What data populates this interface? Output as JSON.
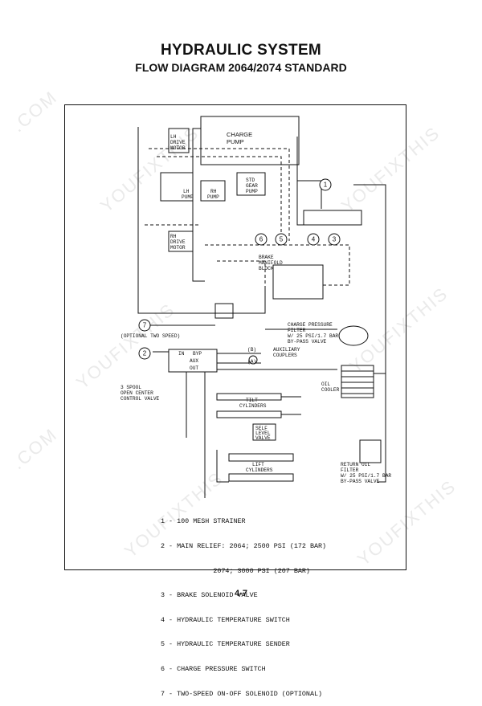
{
  "header": {
    "title": "HYDRAULIC SYSTEM",
    "subtitle": "FLOW DIAGRAM 2064/2074 STANDARD"
  },
  "labels": {
    "charge_pump": [
      "CHARGE",
      "PUMP"
    ],
    "lh_drive_motor": [
      "LH",
      "DRIVE",
      "MOTOR"
    ],
    "rh_drive_motor": [
      "RH",
      "DRIVE",
      "MOTOR"
    ],
    "lh_pump": [
      "LH",
      "PUMP"
    ],
    "rh_pump": [
      "RH",
      "PUMP"
    ],
    "std_gear_pump": [
      "STD",
      "GEAR",
      "PUMP"
    ],
    "brake_manifold_block": [
      "BRAKE",
      "MANIFOLD",
      "BLOCK"
    ],
    "optional_two_speed": "(OPTIONAL TWO SPEED)",
    "charge_pressure_filter": [
      "CHARGE PRESSURE",
      "FILTER",
      "W/ 25 PSI/1.7 BAR",
      "BY-PASS VALVE"
    ],
    "auxiliary_couplers": [
      "AUXILIARY",
      "COUPLERS"
    ],
    "port_b": "(B)",
    "port_a": "(A)",
    "port_in": "IN",
    "port_byp": "BYP",
    "port_aux": "AUX",
    "port_out": "OUT",
    "control_valve": [
      "3 SPOOL",
      "OPEN CENTER",
      "CONTROL VALVE"
    ],
    "oil_cooler": [
      "OIL",
      "COOLER"
    ],
    "tilt_cylinders": [
      "TILT",
      "CYLINDERS"
    ],
    "self_level_valve": [
      "SELF",
      "LEVEL",
      "VALVE"
    ],
    "lift_cylinders": [
      "LIFT",
      "CYLINDERS"
    ],
    "return_oil_filter": [
      "RETURN OIL",
      "FILTER",
      "W/ 25 PSI/1.7 BAR",
      "BY-PASS VALVE"
    ]
  },
  "callouts": [
    "1",
    "2",
    "3",
    "4",
    "5",
    "6",
    "7"
  ],
  "legend": [
    "1 - 100 MESH STRAINER",
    "2 - MAIN RELIEF: 2064; 2500 PSI (172 BAR)",
    "             2074; 3000 PSI (207 BAR)",
    "3 - BRAKE SOLENOID VALVE",
    "4 - HYDRAULIC TEMPERATURE SWITCH",
    "5 - HYDRAULIC TEMPERATURE SENDER",
    "6 - CHARGE PRESSURE SWITCH",
    "7 - TWO-SPEED ON-OFF SOLENOID (OPTIONAL)"
  ],
  "footer": {
    "page_number": "4-7"
  },
  "watermark": {
    "text": "YOUFIXTHIS",
    "suffix": ".COM"
  },
  "colors": {
    "ink": "#111111",
    "watermark": "#d9d9d9",
    "background": "#ffffff"
  }
}
